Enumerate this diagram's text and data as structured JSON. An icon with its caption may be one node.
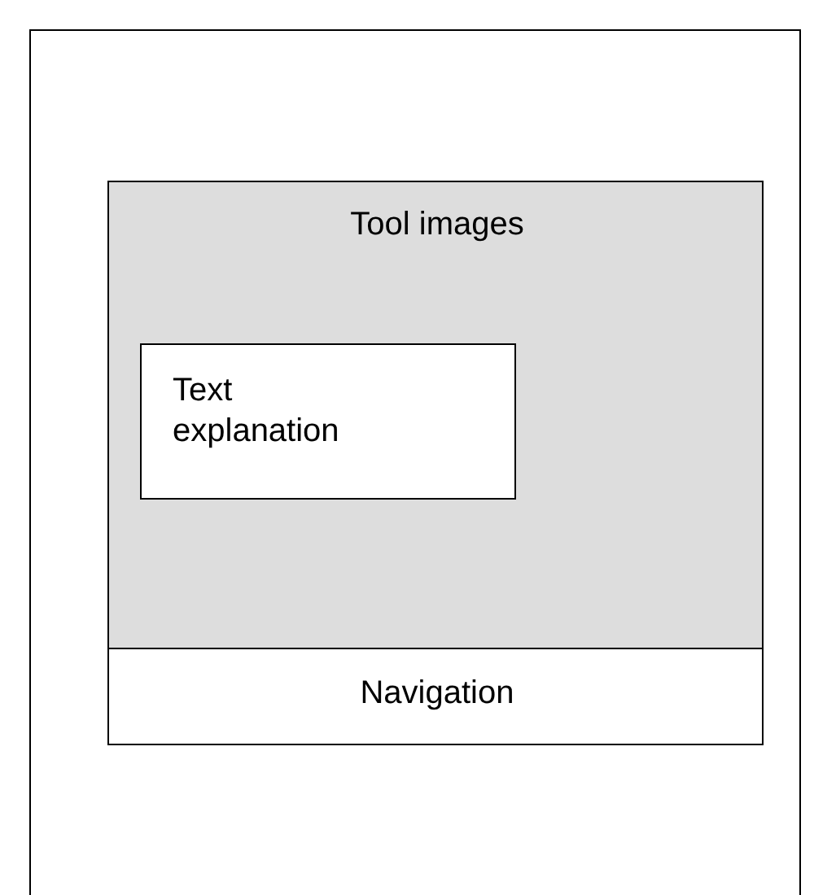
{
  "diagram": {
    "nodes": [
      {
        "text": [],
        "shape": "box"
      },
      {
        "text": [
          "Tool images"
        ],
        "in": 0
      },
      {
        "text": [
          "Text explanation"
        ],
        "in": 1
      },
      {
        "text": [
          "Navigation"
        ],
        "in": 0
      }
    ]
  }
}
